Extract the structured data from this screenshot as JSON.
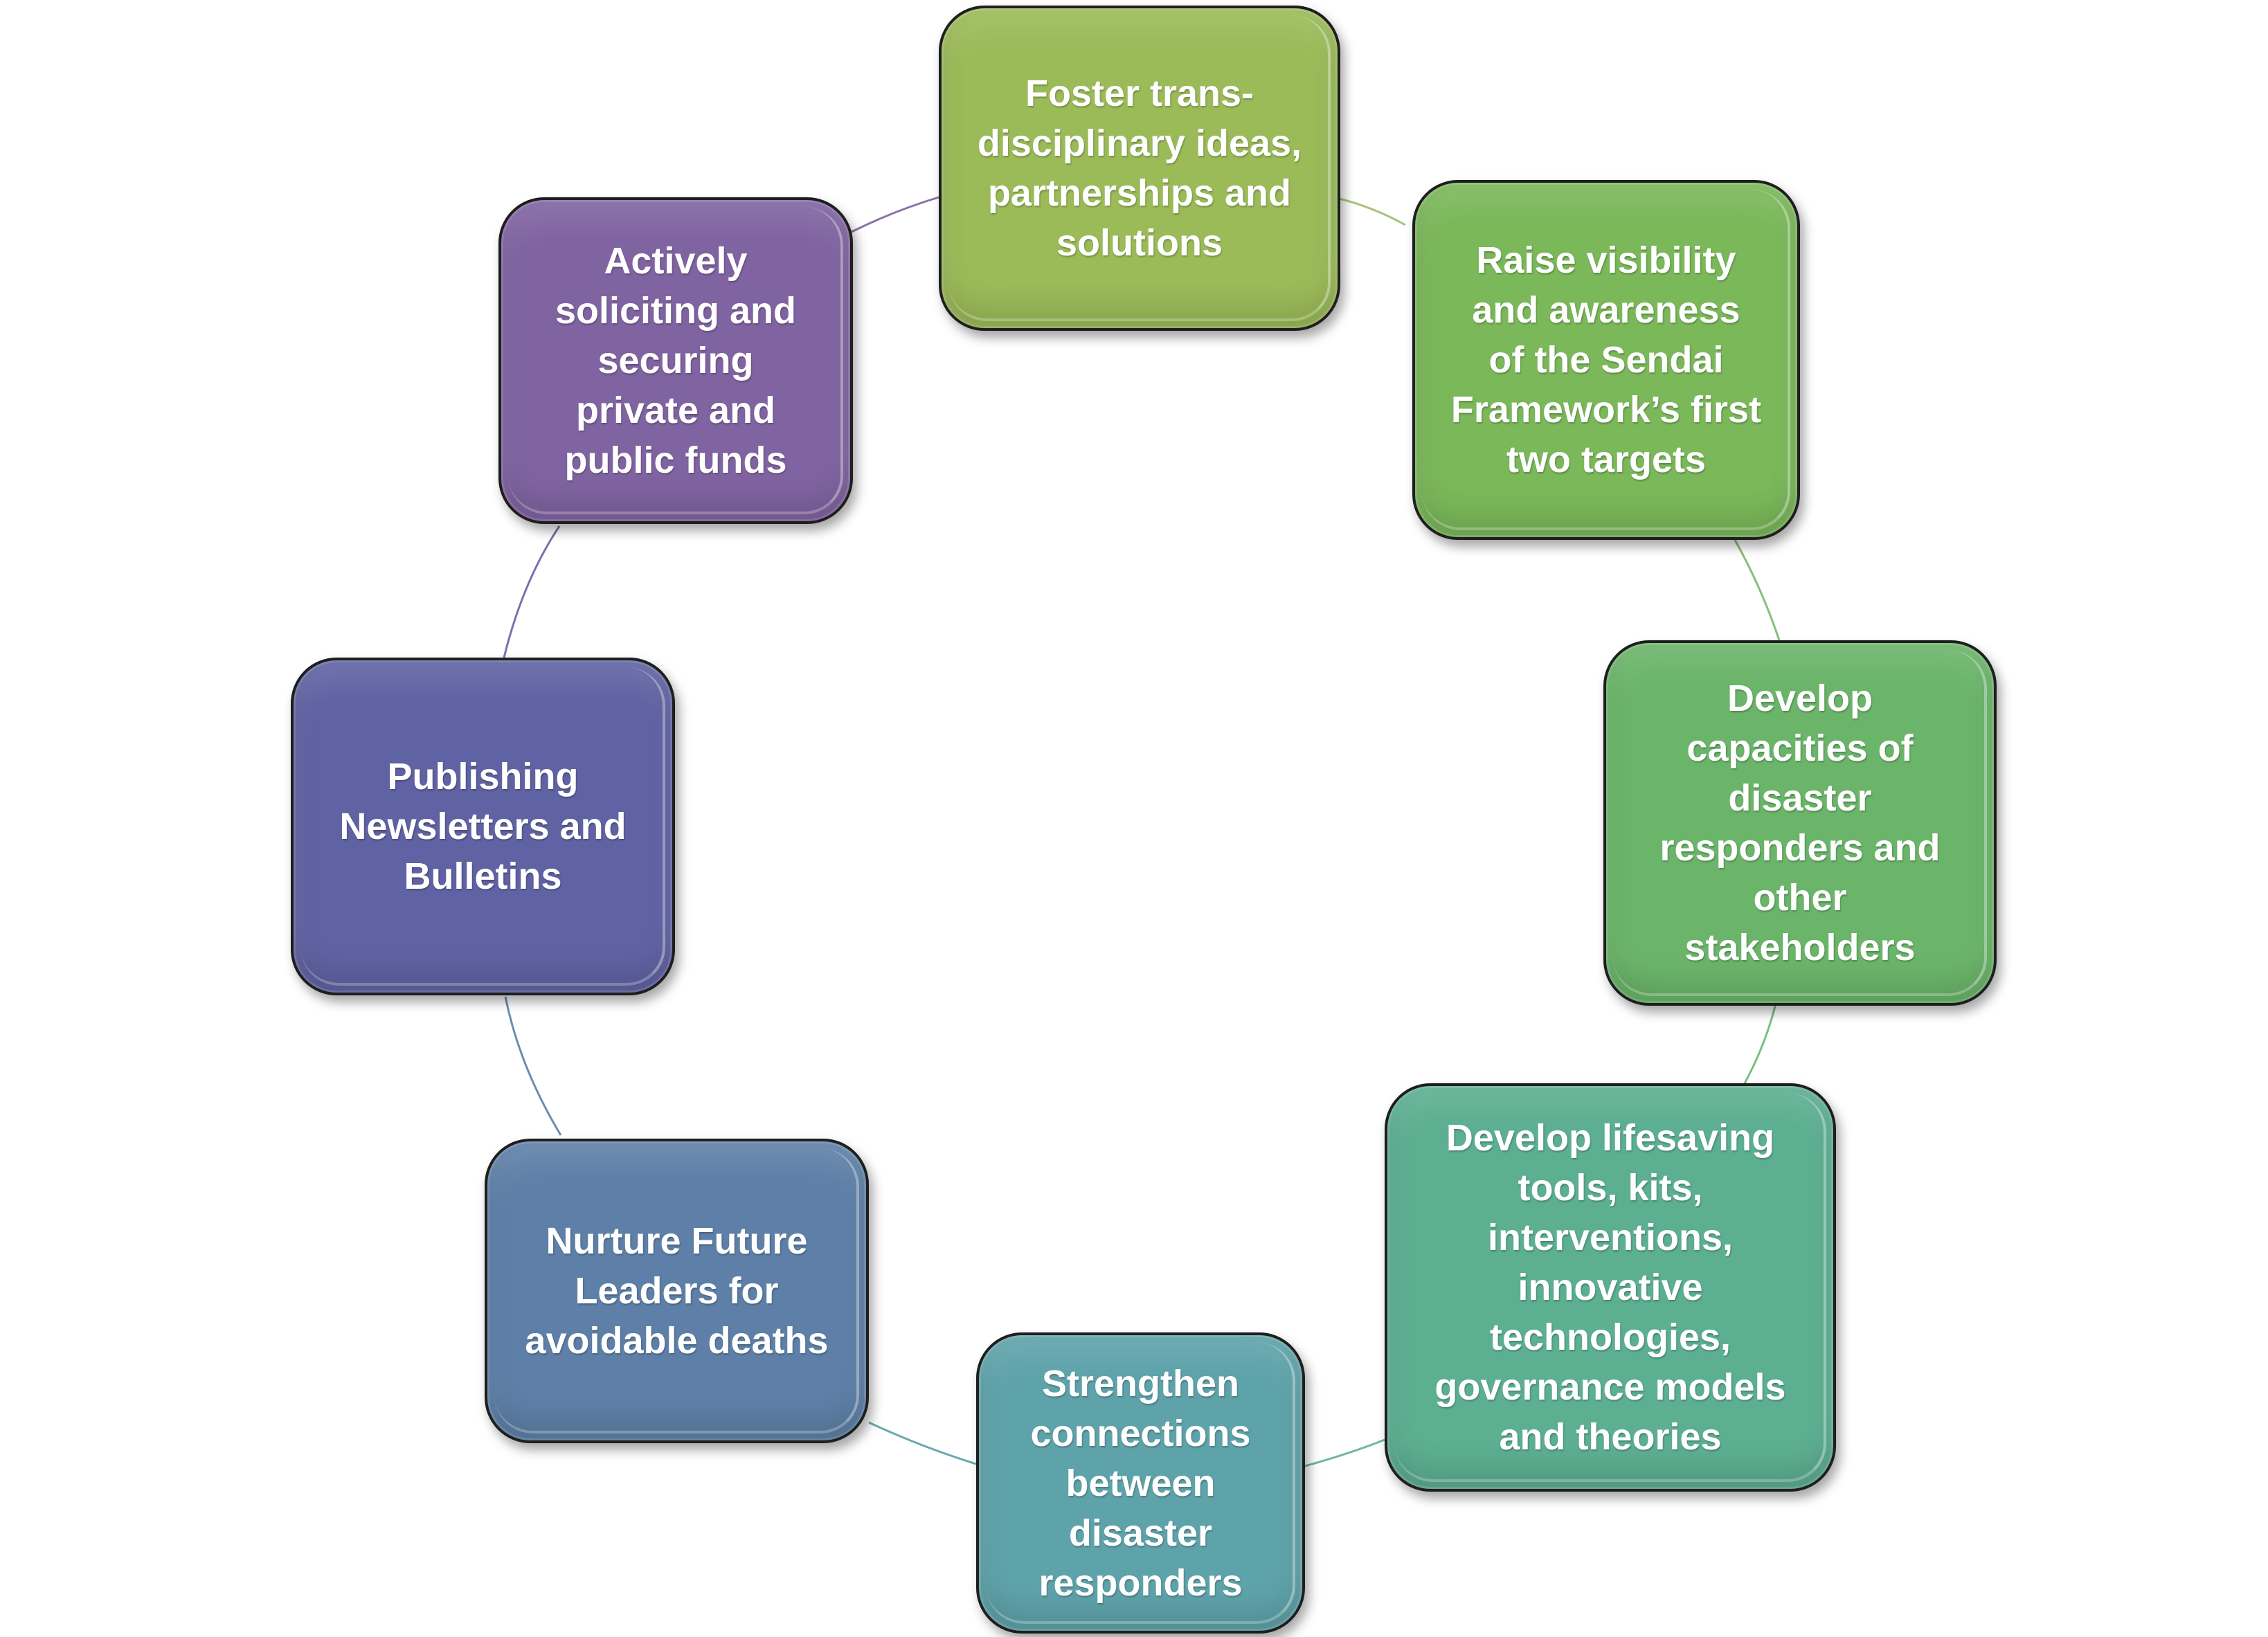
{
  "diagram": {
    "type": "cycle",
    "nodes": [
      {
        "id": "n1",
        "label": "Foster trans-\ndisciplinary ideas,\npartnerships and\nsolutions",
        "color": "#9BBB59"
      },
      {
        "id": "n2",
        "label": "Raise visibility\nand awareness\nof the Sendai\nFramework’s first\ntwo targets",
        "color": "#7BB85A"
      },
      {
        "id": "n3",
        "label": "Develop\ncapacities of\ndisaster\nresponders and\nother\nstakeholders",
        "color": "#6BB56A"
      },
      {
        "id": "n4",
        "label": "Develop lifesaving\ntools, kits,\ninterventions,\ninnovative\ntechnologies,\ngovernance models\nand theories",
        "color": "#5DAF92"
      },
      {
        "id": "n5",
        "label": "Strengthen\nconnections\nbetween\ndisaster\nresponders",
        "color": "#5FA3AA"
      },
      {
        "id": "n6",
        "label": "Nurture Future\nLeaders for\navoidable deaths",
        "color": "#5E80A8"
      },
      {
        "id": "n7",
        "label": "Publishing\nNewsletters and\nBulletins",
        "color": "#6063A3"
      },
      {
        "id": "n8",
        "label": "Actively\nsoliciting and\nsecuring\nprivate and\npublic funds",
        "color": "#8064A2"
      }
    ],
    "connector_colors": [
      "#A9C47C",
      "#87C07A",
      "#7ABF84",
      "#6FB7A2",
      "#6AA9AE",
      "#6C8DB0",
      "#7474AE",
      "#8A72A8"
    ]
  }
}
